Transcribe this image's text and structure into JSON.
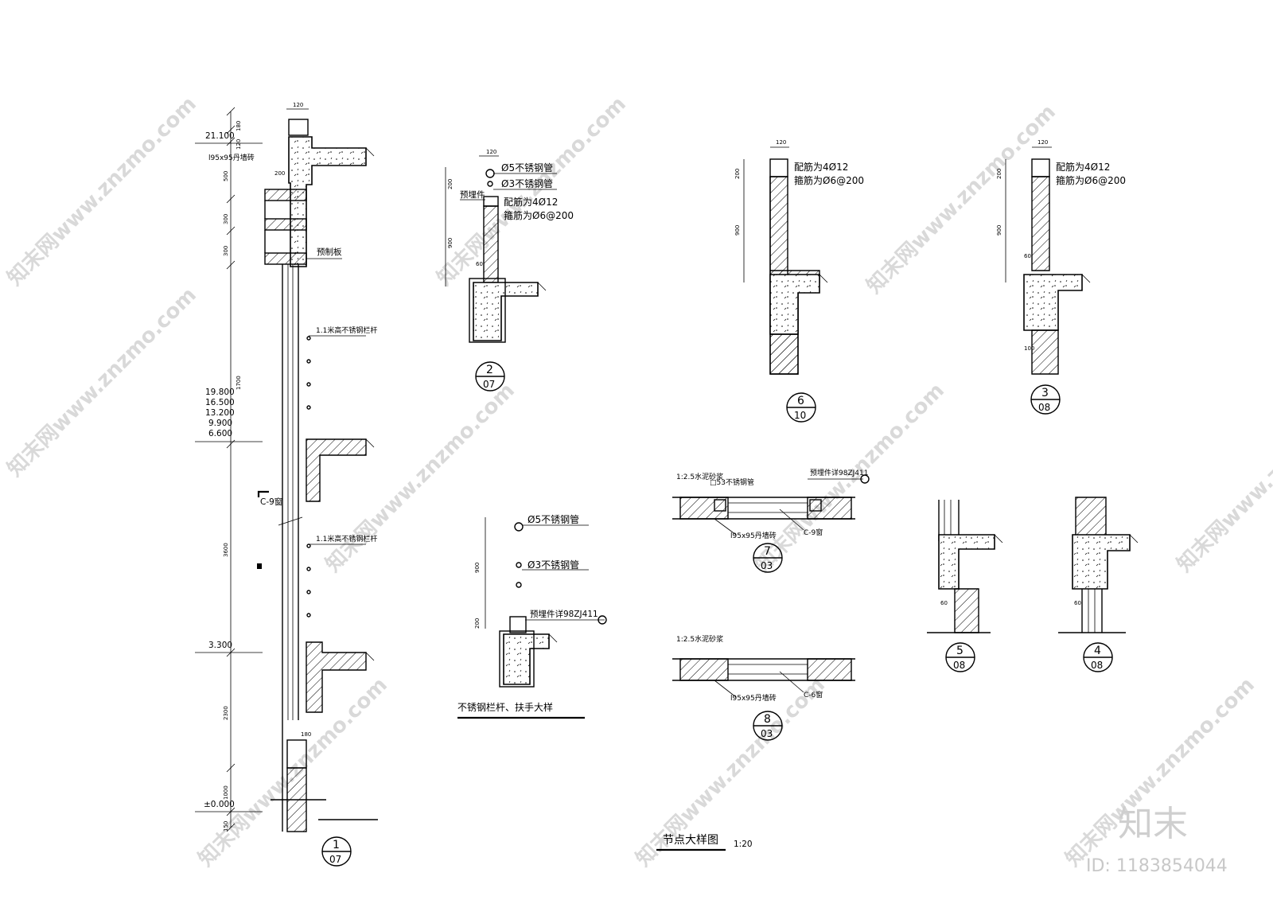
{
  "sheet_title": "节点大样图",
  "sheet_scale": "1:20",
  "watermark": {
    "brand": "知末",
    "id": "ID: 1183854044",
    "diagonal": "知末网www.znzmo.com"
  },
  "detail1": {
    "number": "1",
    "sheet": "07",
    "elevations": {
      "top": "21.100",
      "stack": [
        "19.800",
        "16.500",
        "13.200",
        "9.900",
        "6.600"
      ],
      "mid": "3.300",
      "base": "±0.000"
    },
    "dims": [
      "180",
      "120",
      "500",
      "300",
      "300",
      "1700",
      "3600",
      "2300",
      "1000",
      "150"
    ],
    "top_width": "120",
    "ledge": "200",
    "bottom_width": "180",
    "labels": {
      "frame": "l95x95丹墙砖",
      "slab": "预制板",
      "rail_a": "1.1米高不锈钢栏杆",
      "rail_b": "1.1米高不锈钢栏杆",
      "window": "C-9窗"
    }
  },
  "detail2": {
    "number": "2",
    "sheet": "07",
    "width": "120",
    "dims": [
      "200",
      "900"
    ],
    "offset": "60",
    "labels": {
      "pipe5": "Ø5不锈钢管",
      "pipe3": "Ø3不锈钢管",
      "embed": "预埋件",
      "rebar": "配筋为4Ø12",
      "stirrup": "箍筋为Ø6@200"
    }
  },
  "handrail": {
    "title": "不锈钢栏杆、扶手大样",
    "dims": [
      "900",
      "200"
    ],
    "labels": {
      "pipe5": "Ø5不锈钢管",
      "pipe3": "Ø3不锈钢管",
      "embed": "预埋件详98ZJ411"
    }
  },
  "detail6": {
    "number": "6",
    "sheet": "10",
    "width": "120",
    "dims": [
      "200",
      "900"
    ],
    "labels": {
      "rebar": "配筋为4Ø12",
      "stirrup": "箍筋为Ø6@200"
    }
  },
  "detail3": {
    "number": "3",
    "sheet": "08",
    "width": "120",
    "dims": [
      "200",
      "900",
      "60",
      "100"
    ],
    "labels": {
      "rebar": "配筋为4Ø12",
      "stirrup": "箍筋为Ø6@200"
    }
  },
  "detail7": {
    "number": "7",
    "sheet": "03",
    "labels": {
      "mortar": "1:2.5水泥砂浆",
      "pipe": "□53不锈钢管",
      "embed": "预埋件详98ZJ411",
      "frame": "l95x95丹墙砖",
      "window": "C-9窗"
    }
  },
  "detail8": {
    "number": "8",
    "sheet": "03",
    "labels": {
      "mortar": "1:2.5水泥砂浆",
      "frame": "l95x95丹墙砖",
      "window": "C-6窗"
    }
  },
  "detail5": {
    "number": "5",
    "sheet": "08",
    "dim": "60"
  },
  "detail4": {
    "number": "4",
    "sheet": "08",
    "dim": "60"
  }
}
